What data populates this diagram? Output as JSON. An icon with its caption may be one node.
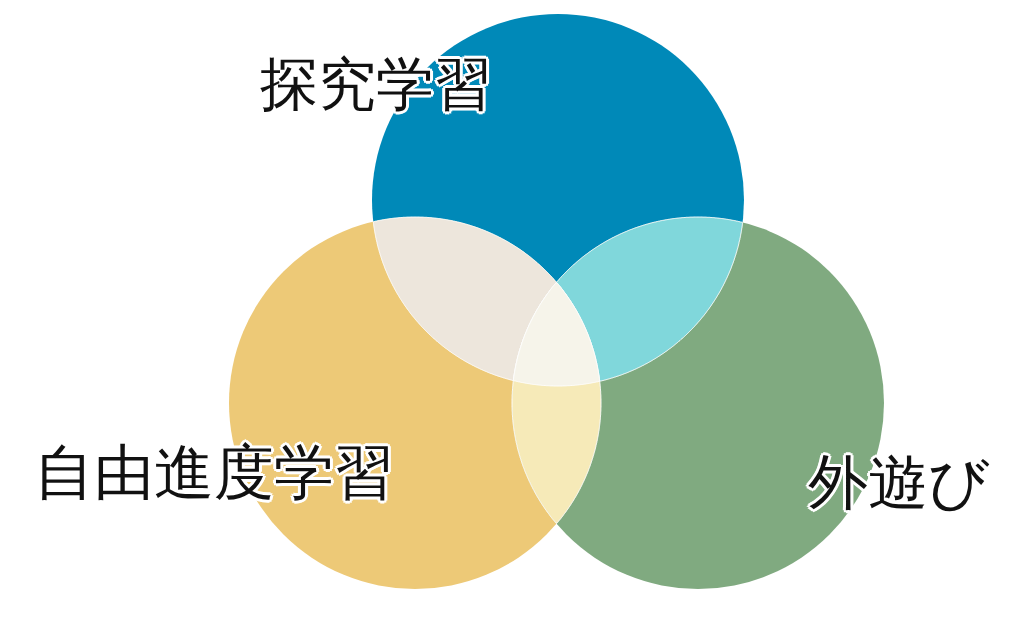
{
  "diagram": {
    "nodes": [
      {
        "text": [
          "探究学習"
        ]
      },
      {
        "text": [
          "自由進度学習"
        ]
      },
      {
        "text": [
          "外遊び"
        ]
      }
    ]
  }
}
